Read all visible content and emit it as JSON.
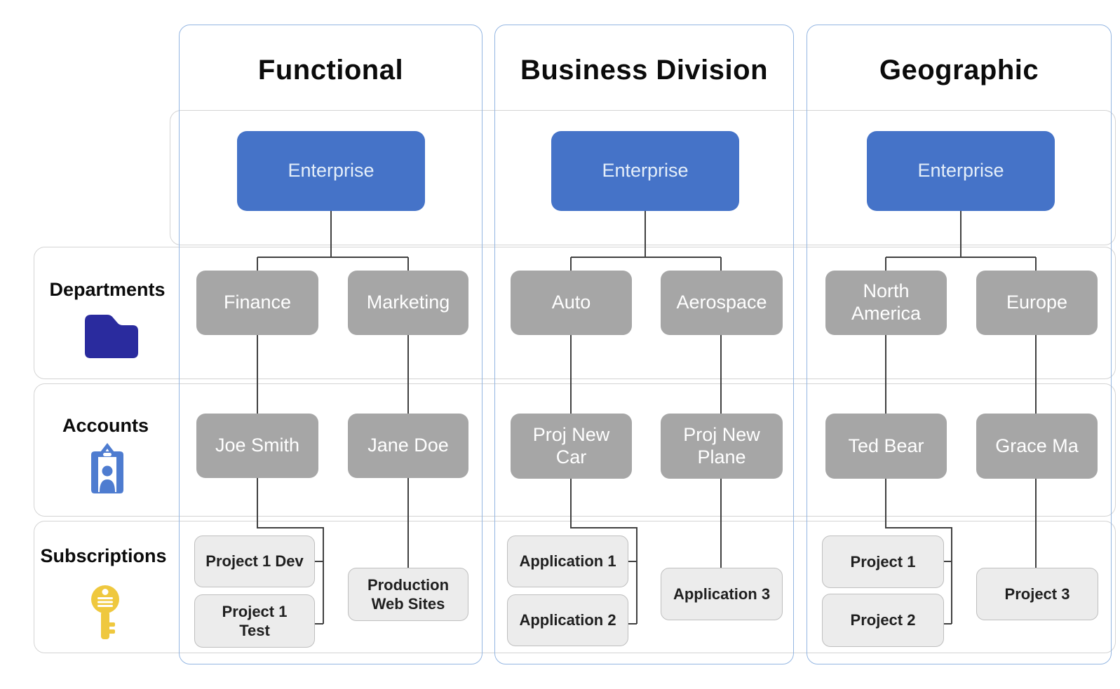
{
  "diagram": {
    "row_labels": {
      "departments": "Departments",
      "accounts": "Accounts",
      "subscriptions": "Subscriptions"
    },
    "row_icons": {
      "departments": "folder-icon",
      "accounts": "id-badge-icon",
      "subscriptions": "key-icon"
    },
    "columns": [
      {
        "title": "Functional",
        "enterprise": "Enterprise",
        "departments": [
          "Finance",
          "Marketing"
        ],
        "accounts": [
          "Joe Smith",
          "Jane Doe"
        ],
        "subscriptions": [
          "Project 1 Dev",
          "Project 1\nTest",
          "Production\nWeb Sites"
        ]
      },
      {
        "title": "Business Division",
        "enterprise": "Enterprise",
        "departments": [
          "Auto",
          "Aerospace"
        ],
        "accounts": [
          "Proj New\nCar",
          "Proj New\nPlane"
        ],
        "subscriptions": [
          "Application 1",
          "Application 2",
          "Application 3"
        ]
      },
      {
        "title": "Geographic",
        "enterprise": "Enterprise",
        "departments": [
          "North\nAmerica",
          "Europe"
        ],
        "accounts": [
          "Ted Bear",
          "Grace Ma"
        ],
        "subscriptions": [
          "Project 1",
          "Project 2",
          "Project 3"
        ]
      }
    ],
    "colors": {
      "enterprise_fill": "#4573C8",
      "org_box_fill": "#A6A6A6",
      "subscription_fill": "#ECECEC",
      "column_border": "#94B6E2",
      "row_border": "#D4D4D4",
      "connector": "#404040",
      "folder_icon": "#2A2B9E",
      "badge_icon": "#4E7CD0",
      "key_icon": "#EFC83E"
    }
  }
}
